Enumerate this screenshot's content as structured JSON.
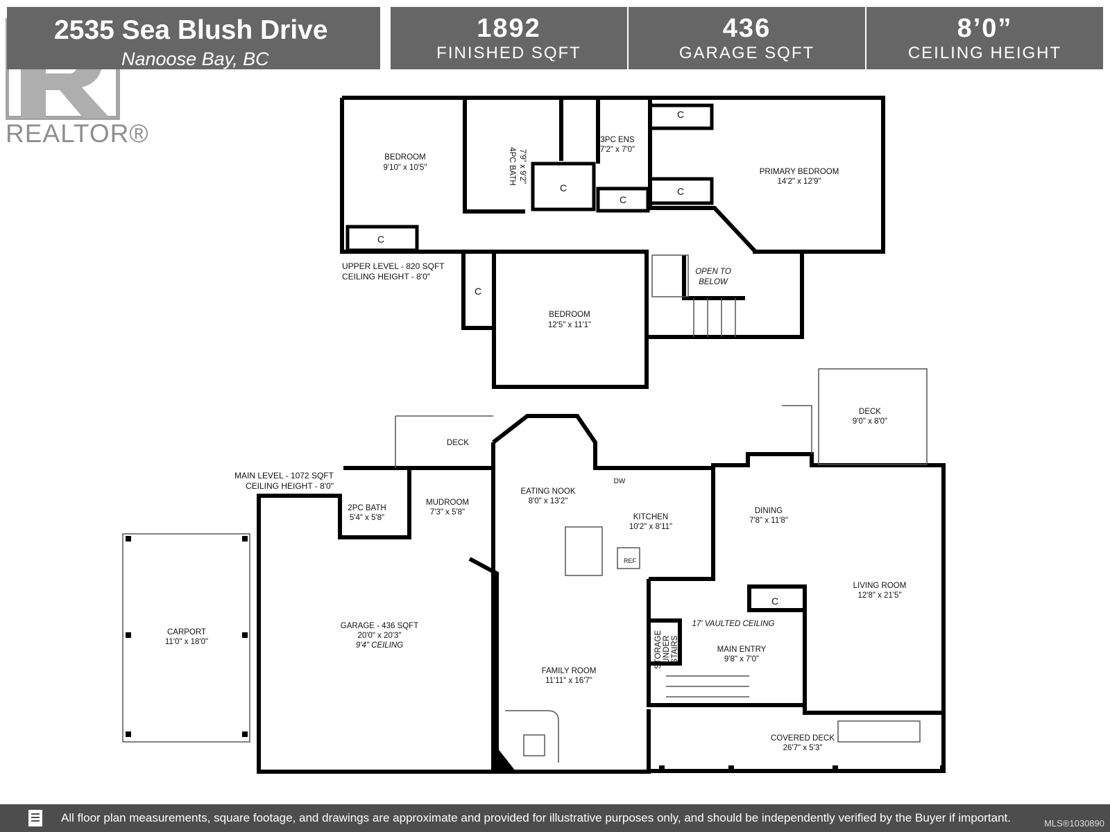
{
  "header": {
    "address_number": "2535",
    "address_street": "Sea Blush Drive",
    "city": "Nanoose Bay, BC",
    "stats": [
      {
        "value": "1892",
        "label": "FINISHED SQFT"
      },
      {
        "value": "436",
        "label": "GARAGE SQFT"
      },
      {
        "value": "8’0”",
        "label": "CEILING HEIGHT"
      }
    ]
  },
  "logo": {
    "text": "REALTOR®",
    "icon": "realtor-r-logo"
  },
  "upper_level": {
    "caption_line1": "UPPER LEVEL - 820 SQFT",
    "caption_line2": "CEILING HEIGHT - 8'0\"",
    "rooms": {
      "bedroom_left": {
        "name": "BEDROOM",
        "size": "9'10\" x 10'5\""
      },
      "bath4": {
        "name": "4PC BATH",
        "size": "7'9\" x 9'2\""
      },
      "ens3": {
        "name": "3PC ENS",
        "size": "7'2\" x 7'0\""
      },
      "primary": {
        "name": "PRIMARY BEDROOM",
        "size": "14'2\" x 12'9\""
      },
      "bedroom_mid": {
        "name": "BEDROOM",
        "size": "12'5\" x 11'1\""
      },
      "open_line1": "OPEN TO",
      "open_line2": "BELOW",
      "closet": "C"
    }
  },
  "main_level": {
    "caption_line1": "MAIN LEVEL - 1072 SQFT",
    "caption_line2": "CEILING HEIGHT - 8'0\"",
    "rooms": {
      "deck_top": {
        "name": "DECK"
      },
      "deck_right": {
        "name": "DECK",
        "size": "9'0\" x 8'0\""
      },
      "eating": {
        "name": "EATING NOOK",
        "size": "8'0\" x 13'2\""
      },
      "kitchen": {
        "name": "KITCHEN",
        "size": "10'2\" x 8'11\""
      },
      "dw": "DW",
      "ref": "REF",
      "dining": {
        "name": "DINING",
        "size": "7'8\" x 11'8\""
      },
      "bath2": {
        "name": "2PC BATH",
        "size": "5'4\" x 5'8\""
      },
      "mudroom": {
        "name": "MUDROOM",
        "size": "7'3\" x 5'8\""
      },
      "living": {
        "name": "LIVING ROOM",
        "size": "12'8\" x 21'5\""
      },
      "vaulted": "17' VAULTED CEILING",
      "storage_line1": "STORAGE",
      "storage_line2": "UNDER",
      "storage_line3": "STAIRS",
      "entry": {
        "name": "MAIN ENTRY",
        "size": "9'8\" x 7'0\""
      },
      "carport": {
        "name": "CARPORT",
        "size": "11'0\" x 18'0\""
      },
      "garage": {
        "name": "GARAGE - 436 SQFT",
        "size": "20'0\" x 20'3\"",
        "ceiling": "9'4\" CEILING"
      },
      "family": {
        "name": "FAMILY ROOM",
        "size": "11'11\" x 16'7\""
      },
      "covered": {
        "name": "COVERED DECK",
        "size": "26'7\" x 5'3\""
      }
    }
  },
  "footer": {
    "text": "All floor plan measurements, square footage, and drawings are approximate and provided for illustrative purposes only, and should be independently verified by the Buyer if important.",
    "mls": "MLS®1030890",
    "icon": "document-icon"
  }
}
